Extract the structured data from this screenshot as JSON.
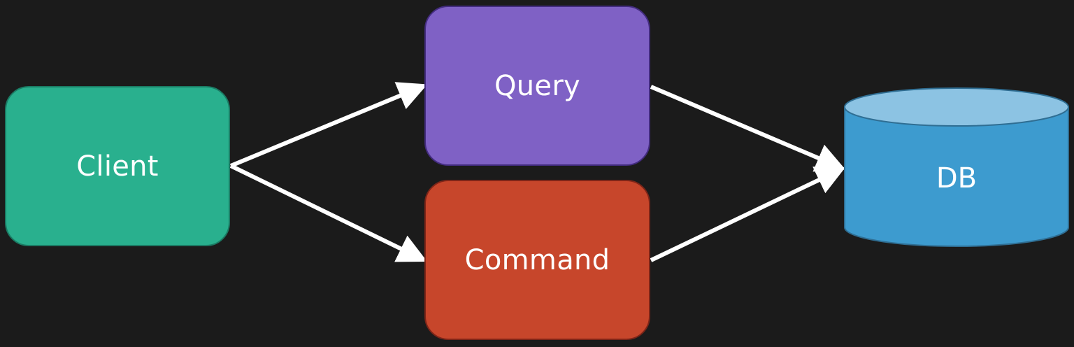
{
  "diagram": {
    "nodes": [
      {
        "id": "client",
        "label": "Client",
        "color": "#29b08e"
      },
      {
        "id": "query",
        "label": "Query",
        "color": "#7f61c5"
      },
      {
        "id": "command",
        "label": "Command",
        "color": "#c7462b"
      },
      {
        "id": "db",
        "label": "DB",
        "shape": "cylinder",
        "color": "#3d9bcf",
        "top_color": "#8cc3e3"
      }
    ],
    "edges": [
      {
        "from": "client",
        "to": "query",
        "arrow": true
      },
      {
        "from": "client",
        "to": "command",
        "arrow": true
      },
      {
        "from": "query",
        "to": "db",
        "arrow": true
      },
      {
        "from": "command",
        "to": "db",
        "arrow": true
      }
    ],
    "background": "#1b1b1b",
    "edge_color": "#ffffff"
  }
}
